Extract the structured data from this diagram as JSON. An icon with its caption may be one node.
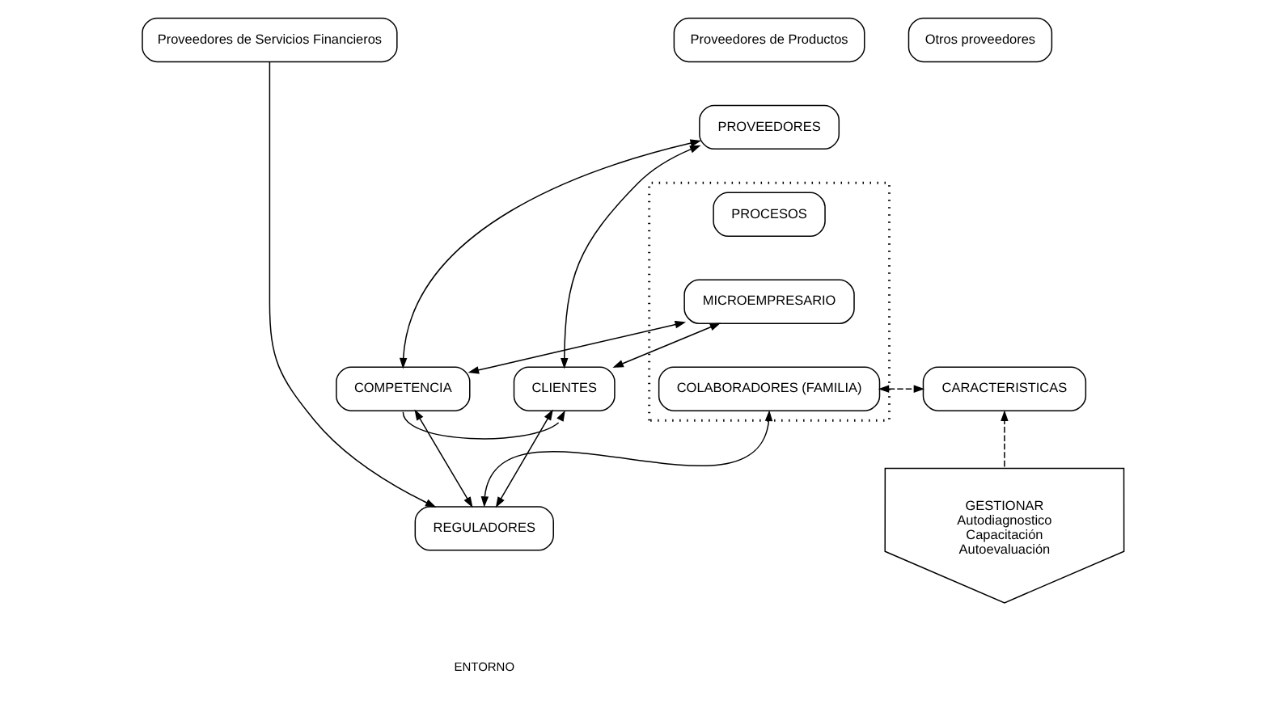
{
  "diagram": {
    "nodes": [
      {
        "text": [
          "Proveedores de Servicios Financieros"
        ]
      },
      {
        "text": [
          "Proveedores de Productos"
        ]
      },
      {
        "text": [
          "Otros proveedores"
        ]
      },
      {
        "text": [
          "PROVEEDORES"
        ]
      },
      {
        "text": [],
        "shape": "box"
      },
      {
        "text": [
          "PROCESOS"
        ],
        "in": 4
      },
      {
        "text": [
          "COMPETENCIA"
        ]
      },
      {
        "text": [
          "MICROEMPRESARIO"
        ],
        "in": 4
      },
      {
        "text": [
          "CLIENTES"
        ]
      },
      {
        "text": [
          "COLABORADORES (FAMILIA)"
        ],
        "in": 4
      },
      {
        "text": [
          "CARACTERISTICAS"
        ]
      },
      {
        "text": [
          "REGULADORES"
        ]
      },
      {
        "text": [
          "GESTIONAR",
          "Autodiagnostico",
          "Capacitación",
          "Autoevaluación"
        ]
      }
    ],
    "edges": [
      {
        "from": 3,
        "to": 6,
        "arrow": "both"
      },
      {
        "from": 3,
        "to": 8,
        "arrow": "both"
      },
      {
        "from": 6,
        "to": 7,
        "arrow": "both"
      },
      {
        "from": 7,
        "to": 8,
        "arrow": "both"
      },
      {
        "from": 9,
        "to": 10,
        "arrow": "both",
        "style": "dashed"
      },
      {
        "from": 6,
        "to": 11,
        "arrow": "both"
      },
      {
        "from": 8,
        "to": 11,
        "arrow": "both"
      },
      {
        "from": 9,
        "to": 11,
        "arrow": "both"
      },
      {
        "from": 0,
        "to": 11,
        "arrow": "to"
      },
      {
        "from": 6,
        "to": 8,
        "arrow": "to"
      },
      {
        "from": 12,
        "to": 10,
        "arrow": "to",
        "style": "dashed"
      }
    ],
    "labels": [
      "ENTORNO"
    ]
  }
}
